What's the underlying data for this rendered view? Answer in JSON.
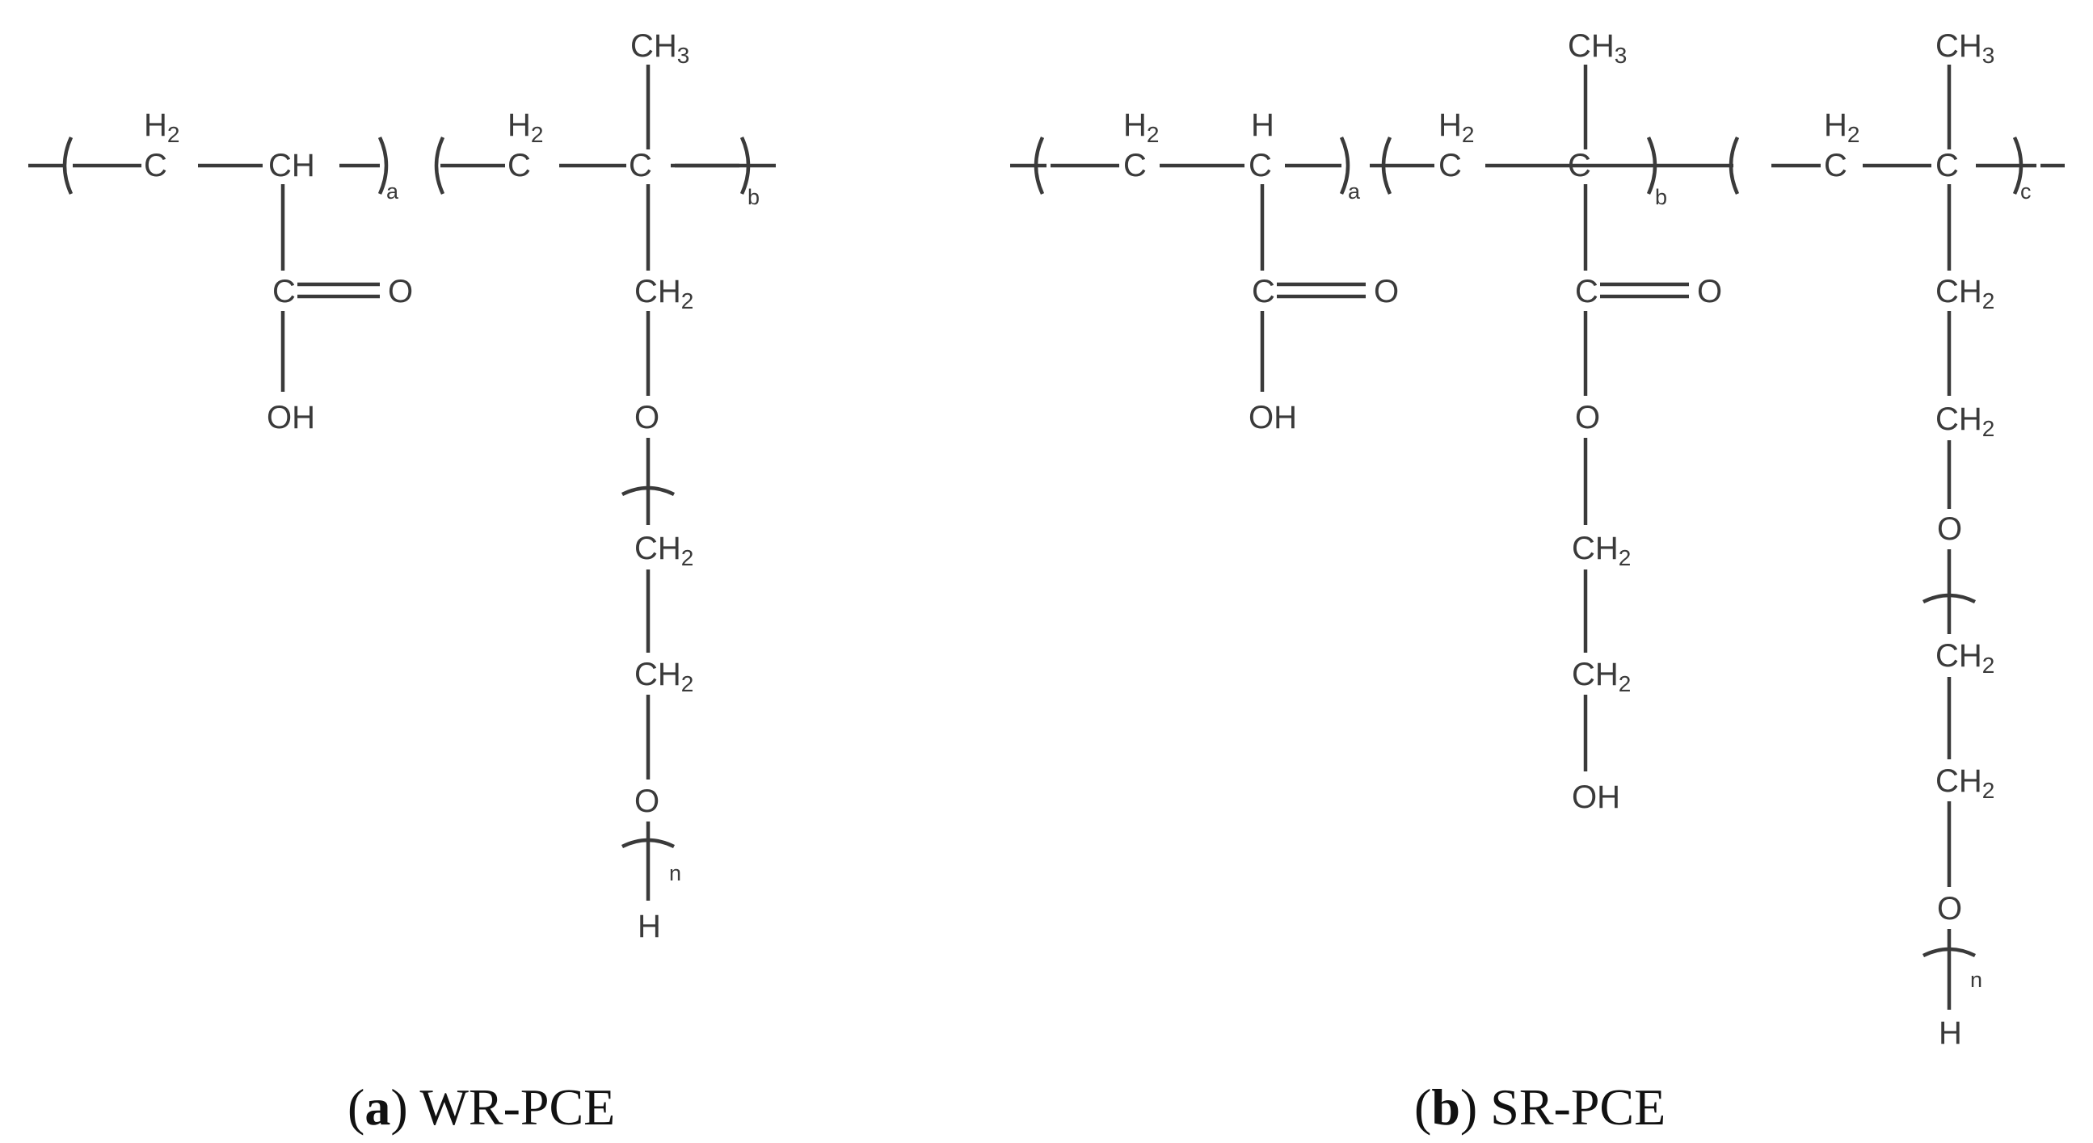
{
  "panels": [
    {
      "letter": "a",
      "caption_name": "WR-PCE",
      "atoms": {
        "c1": "C",
        "c1_h": "H2",
        "c2": "CH",
        "c3": "C",
        "c3_h": "H2",
        "c4": "C",
        "ch3": "CH3",
        "cooh_c": "C",
        "cooh_o": "O",
        "cooh_oh": "OH",
        "ch2_side": "CH2",
        "o1": "O",
        "ch2a": "CH2",
        "ch2b": "CH2",
        "o2": "O",
        "h_end": "H"
      },
      "subscripts": {
        "a": "a",
        "b": "b",
        "n": "n"
      }
    },
    {
      "letter": "b",
      "caption_name": "SR-PCE",
      "atoms": {
        "c1": "C",
        "c1_h": "H2",
        "c2": "C",
        "c2_h": "H",
        "c3": "C",
        "c3_h": "H2",
        "c4": "C",
        "ch3_b": "CH3",
        "c5": "C",
        "c5_h": "H2",
        "c6": "C",
        "ch3_c": "CH3",
        "acid_c": "C",
        "acid_o": "O",
        "acid_oh": "OH",
        "ester_c": "C",
        "ester_o": "O",
        "ester_o2": "O",
        "ester_ch2a": "CH2",
        "ester_ch2b": "CH2",
        "ester_oh": "OH",
        "ch2_side": "CH2",
        "ch2_2": "CH2",
        "o1": "O",
        "ch2a": "CH2",
        "ch2b": "CH2",
        "o2": "O",
        "h_end": "H"
      },
      "subscripts": {
        "a": "a",
        "b": "b",
        "c": "c",
        "n": "n"
      }
    }
  ]
}
